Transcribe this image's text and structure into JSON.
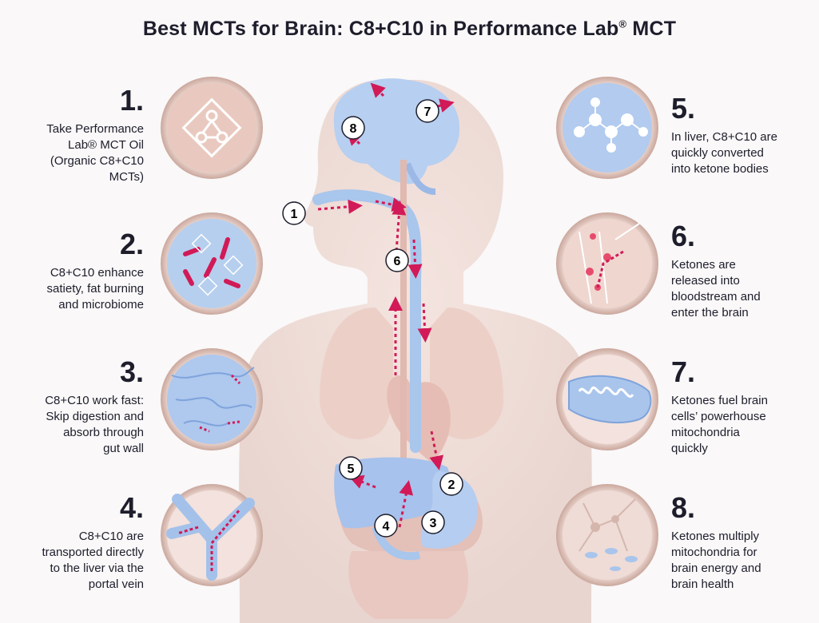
{
  "title": {
    "main": "Best MCTs for Brain: C8+C10 in Performance Lab",
    "reg": "®",
    "suffix": " MCT"
  },
  "steps": [
    {
      "num": "1.",
      "lines": [
        "Take Performance",
        "Lab® MCT Oil",
        "(Organic C8+C10",
        "MCTs)"
      ]
    },
    {
      "num": "2.",
      "lines": [
        "C8+C10 enhance",
        "satiety, fat burning",
        "and microbiome"
      ]
    },
    {
      "num": "3.",
      "lines": [
        "C8+C10 work fast:",
        "Skip digestion and",
        "absorb through",
        "gut wall"
      ]
    },
    {
      "num": "4.",
      "lines": [
        "C8+C10 are",
        "transported directly",
        "to the liver via the",
        "portal vein"
      ]
    },
    {
      "num": "5.",
      "lines": [
        "In liver, C8+C10 are",
        "quickly converted",
        "into ketone bodies"
      ]
    },
    {
      "num": "6.",
      "lines": [
        "Ketones are",
        "released into",
        "bloodstream and",
        "enter the brain"
      ]
    },
    {
      "num": "7.",
      "lines": [
        "Ketones fuel brain",
        "cells’ powerhouse",
        "mitochondria",
        "quickly"
      ]
    },
    {
      "num": "8.",
      "lines": [
        "Ketones multiply",
        "mitochondria for",
        "brain energy and",
        "brain health"
      ]
    }
  ],
  "markers": [
    "1",
    "2",
    "3",
    "4",
    "5",
    "6",
    "7",
    "8"
  ],
  "colors": {
    "arrow": "#d11a57",
    "body": "#f0dcd6",
    "organ": "#e8c4bc",
    "blue": "#a9c6ec",
    "circle_ring": "#d5b3a9"
  }
}
